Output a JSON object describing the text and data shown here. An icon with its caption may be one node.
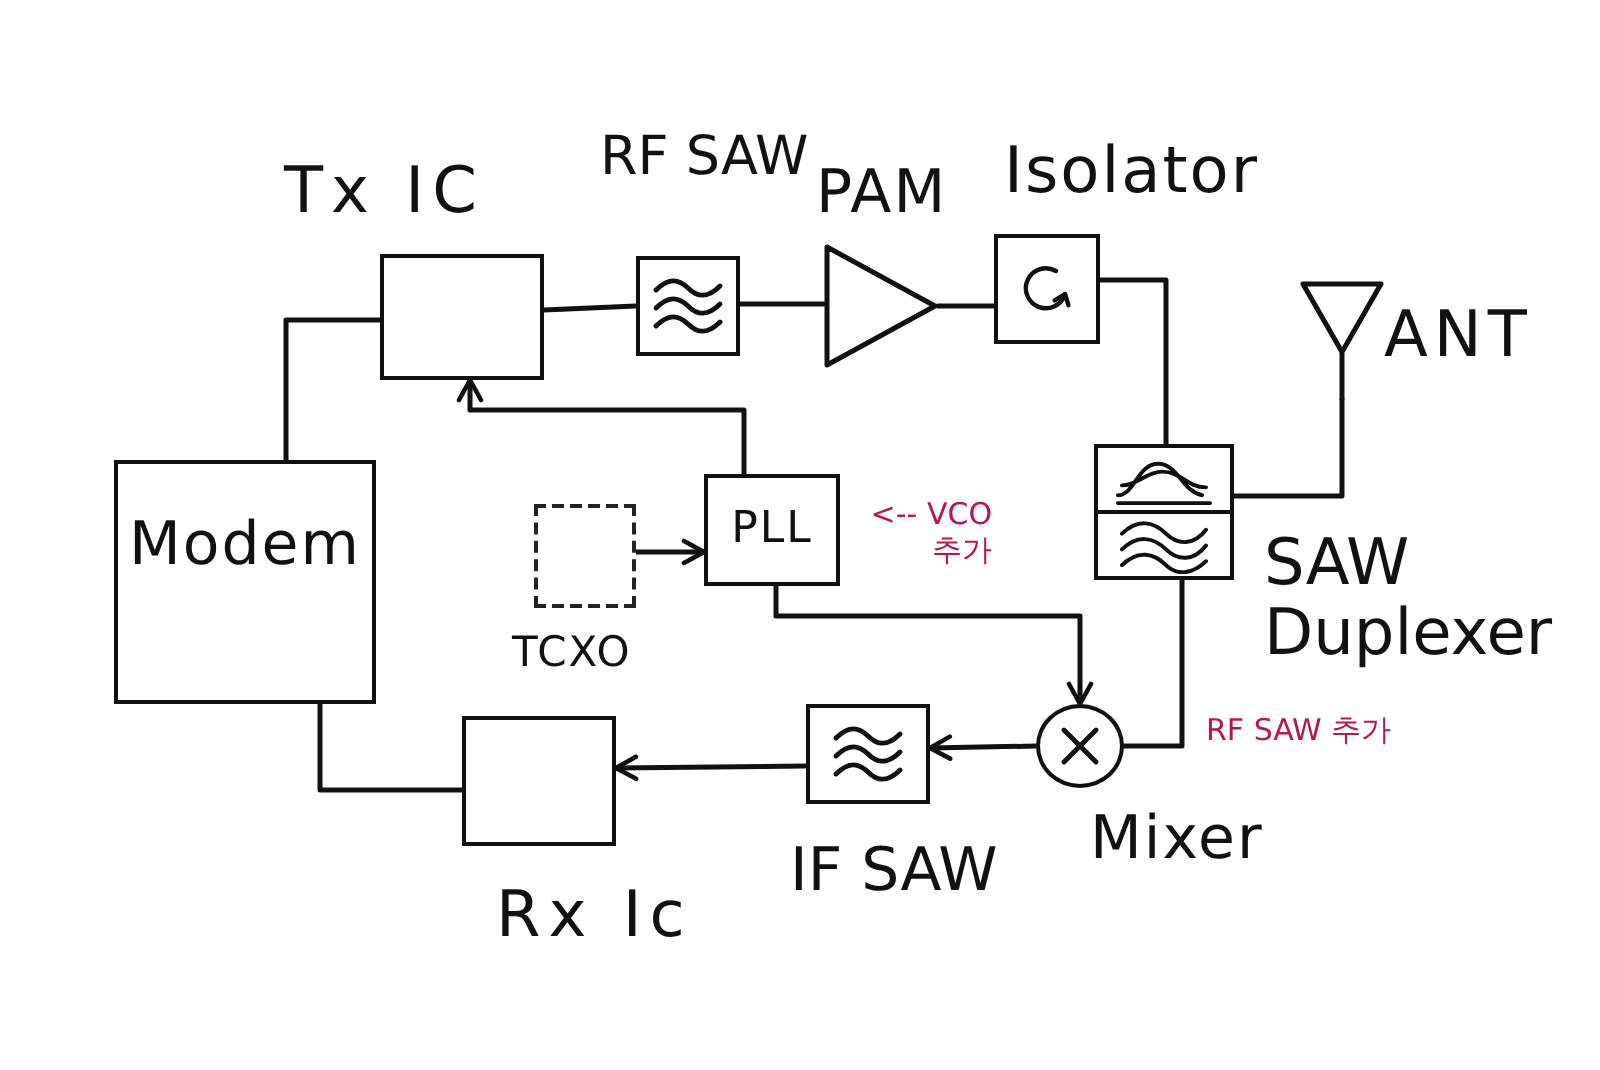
{
  "diagram": {
    "nodes": [
      {
        "text": [
          "Tx IC"
        ]
      },
      {
        "text": [
          "RF SAW"
        ]
      },
      {
        "text": [
          "PAM"
        ]
      },
      {
        "text": [
          "Isolator"
        ]
      },
      {
        "text": [
          "ANT"
        ]
      },
      {
        "text": [
          "Modem"
        ]
      },
      {
        "text": [
          "TCXO"
        ]
      },
      {
        "text": [
          "PLL"
        ]
      },
      {
        "text": [
          "SAW Duplexer"
        ]
      },
      {
        "text": [
          "Mixer"
        ]
      },
      {
        "text": [
          "IF SAW"
        ]
      },
      {
        "text": [
          "Rx Ic"
        ]
      }
    ],
    "edges": [
      {
        "from": 5,
        "to": 0,
        "arrow": "none"
      },
      {
        "from": 0,
        "to": 1,
        "arrow": "none"
      },
      {
        "from": 1,
        "to": 2,
        "arrow": "none"
      },
      {
        "from": 2,
        "to": 3,
        "arrow": "none"
      },
      {
        "from": 3,
        "to": 8,
        "arrow": "none"
      },
      {
        "from": 8,
        "to": 4,
        "arrow": "none"
      },
      {
        "from": 8,
        "to": 9,
        "arrow": "none"
      },
      {
        "from": 9,
        "to": 10,
        "arrow": "to"
      },
      {
        "from": 10,
        "to": 11,
        "arrow": "to"
      },
      {
        "from": 11,
        "to": 5,
        "arrow": "none"
      },
      {
        "from": 7,
        "to": 0,
        "arrow": "to"
      },
      {
        "from": 6,
        "to": 7,
        "arrow": "to"
      },
      {
        "from": 7,
        "to": 9,
        "arrow": "to"
      }
    ],
    "labels": [
      "<-- VCO 추가",
      "RF SAW 추가"
    ]
  }
}
